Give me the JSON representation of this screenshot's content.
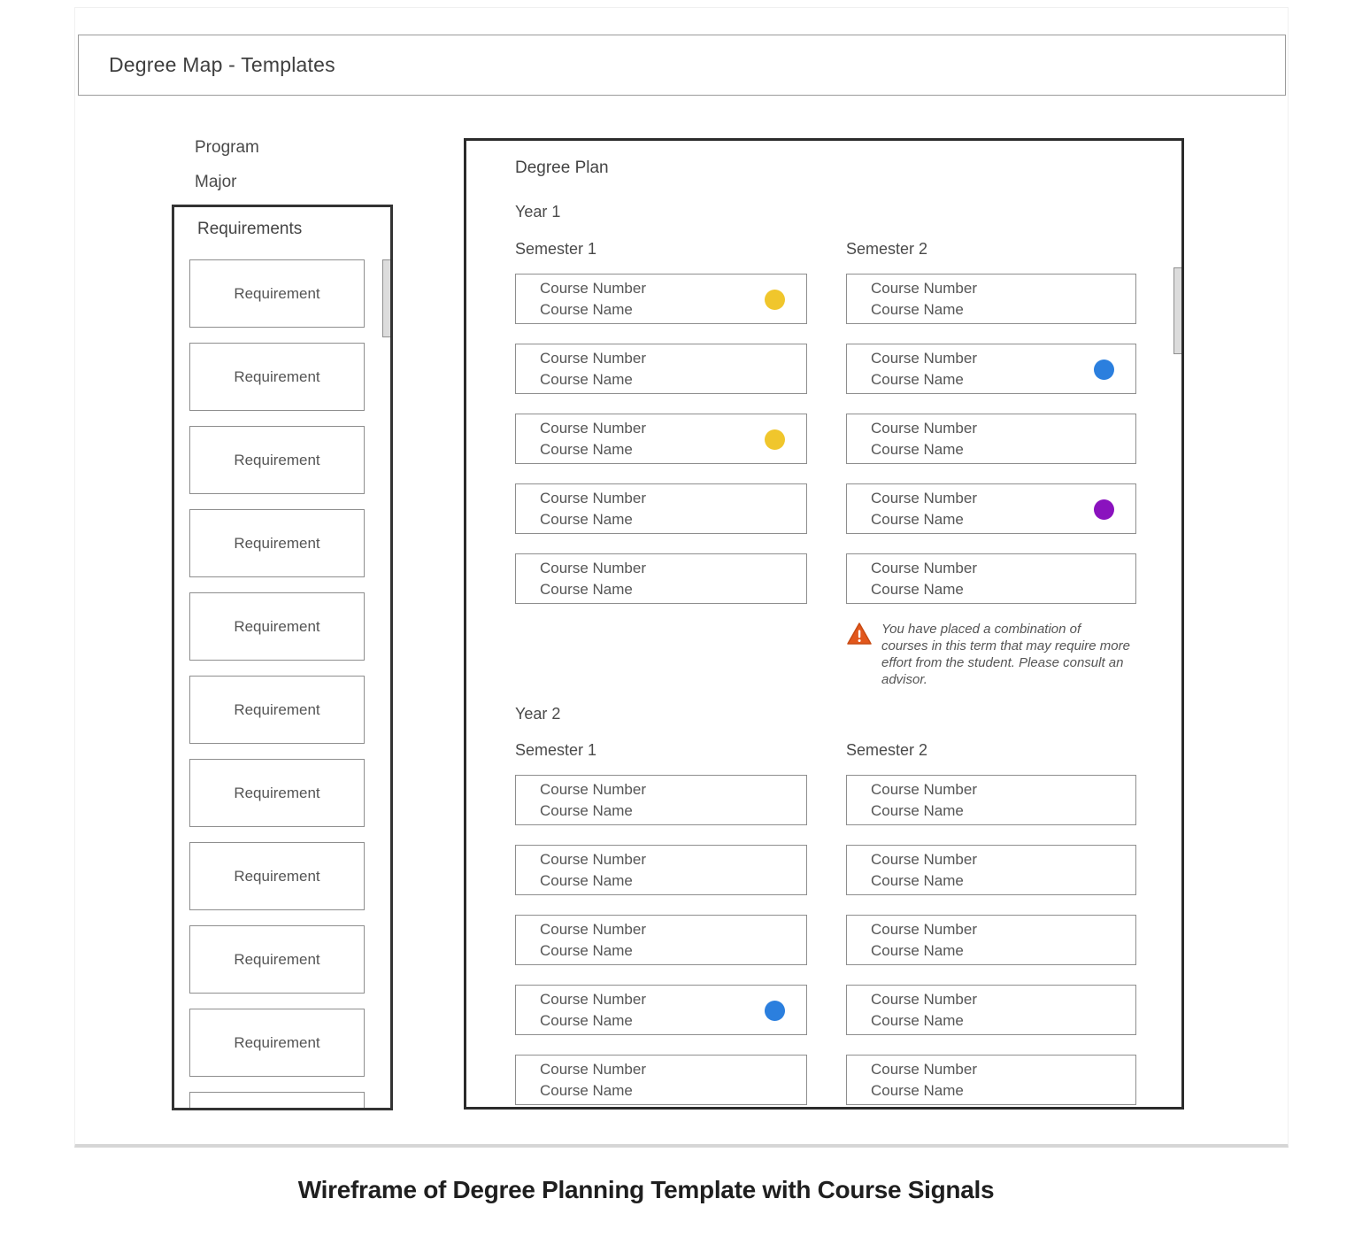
{
  "window": {
    "title": "Degree Map - Templates"
  },
  "sidebar": {
    "program_label": "Program",
    "major_label": "Major",
    "requirements_header": "Requirements",
    "requirement_label": "Requirement",
    "requirement_count": 11
  },
  "plan": {
    "title": "Degree Plan",
    "course_number_label": "Course Number",
    "course_name_label": "Course Name",
    "years": [
      {
        "label": "Year 1",
        "semesters": [
          {
            "label": "Semester 1",
            "signals": [
              "yellow",
              null,
              "yellow",
              null,
              null
            ]
          },
          {
            "label": "Semester 2",
            "signals": [
              null,
              "blue",
              null,
              "purple",
              null
            ],
            "warning": "You have placed a combination of courses in this term that may require more effort from the student. Please consult an advisor."
          }
        ]
      },
      {
        "label": "Year 2",
        "semesters": [
          {
            "label": "Semester 1",
            "signals": [
              null,
              null,
              null,
              "blue",
              null
            ]
          },
          {
            "label": "Semester 2",
            "signals": [
              null,
              null,
              null,
              null,
              null
            ]
          }
        ]
      }
    ]
  },
  "signal_colors": {
    "yellow": "#F0C62C",
    "blue": "#2B7FDE",
    "purple": "#8A12BE"
  },
  "warning_icon_color": "#E2571C",
  "caption": "Wireframe of Degree Planning Template with Course Signals"
}
